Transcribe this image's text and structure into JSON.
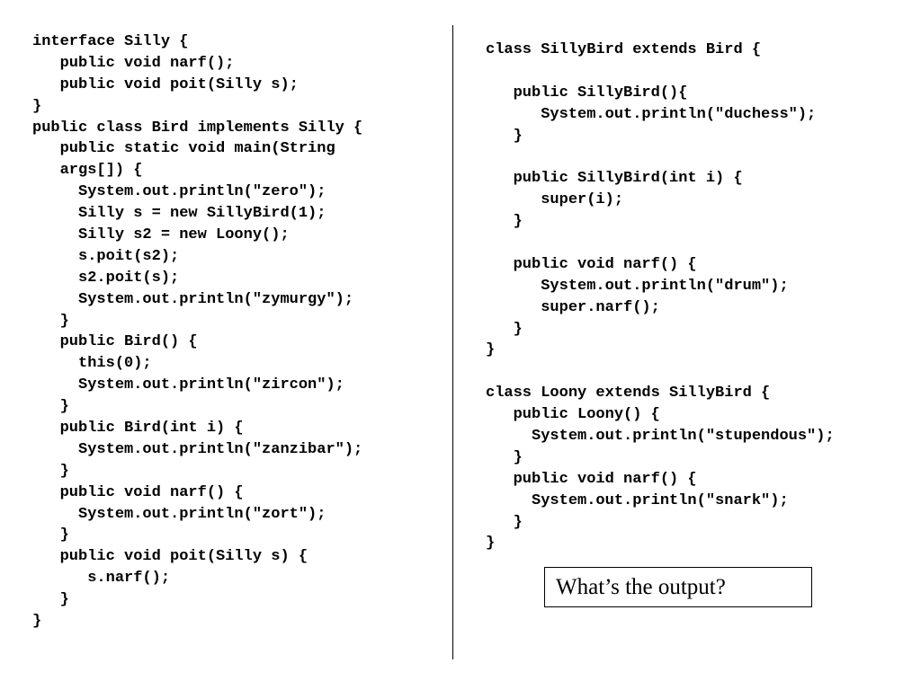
{
  "left_code": [
    "interface Silly {",
    "   public void narf();",
    "   public void poit(Silly s);",
    "}",
    "public class Bird implements Silly {",
    "   public static void main(String",
    "   args[]) {",
    "     System.out.println(\"zero\");",
    "     Silly s = new SillyBird(1);",
    "     Silly s2 = new Loony();",
    "     s.poit(s2);",
    "     s2.poit(s);",
    "     System.out.println(\"zymurgy\");",
    "   }",
    "   public Bird() {",
    "     this(0);",
    "     System.out.println(\"zircon\");",
    "   }",
    "   public Bird(int i) {",
    "     System.out.println(\"zanzibar\");",
    "   }",
    "   public void narf() {",
    "     System.out.println(\"zort\");",
    "   }",
    "   public void poit(Silly s) {",
    "      s.narf();",
    "   }",
    "}"
  ],
  "right_code": [
    "class SillyBird extends Bird {",
    "",
    "   public SillyBird(){",
    "      System.out.println(\"duchess\");",
    "   }",
    "",
    "   public SillyBird(int i) {",
    "      super(i);",
    "   }",
    "",
    "   public void narf() {",
    "      System.out.println(\"drum\");",
    "      super.narf();",
    "   }",
    "}",
    "",
    "class Loony extends SillyBird {",
    "   public Loony() {",
    "     System.out.println(\"stupendous\");",
    "   }",
    "   public void narf() {",
    "     System.out.println(\"snark\");",
    "   }",
    "}"
  ],
  "question": "What’s the output?"
}
